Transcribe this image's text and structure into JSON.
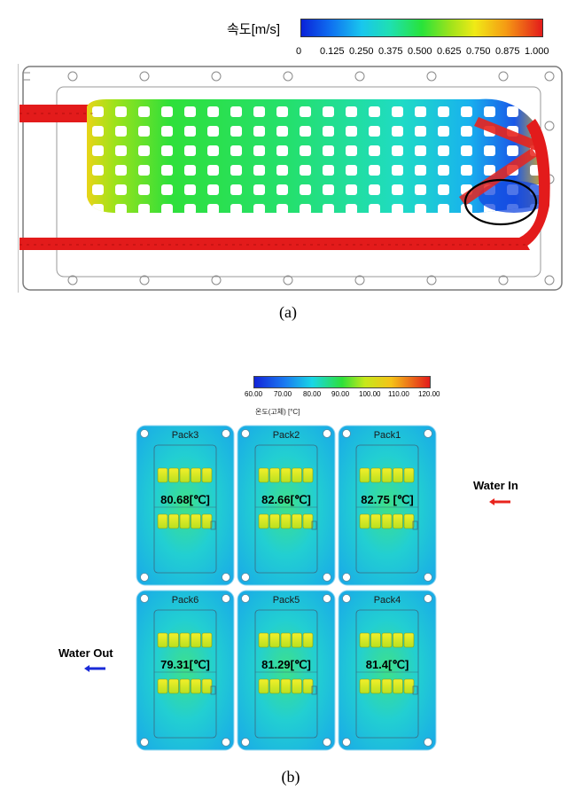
{
  "figure_a": {
    "colorbar": {
      "label": "속도[m/s]",
      "ticks": [
        "0",
        "0.125",
        "0.250",
        "0.375",
        "0.500",
        "0.625",
        "0.750",
        "0.875",
        "1.000"
      ]
    },
    "caption": "(a)"
  },
  "figure_b": {
    "colorbar": {
      "ticks": [
        "60.00",
        "70.00",
        "80.00",
        "90.00",
        "100.00",
        "110.00",
        "120.00"
      ],
      "label": "온도(고체) [°C]"
    },
    "packs": [
      {
        "name": "Pack3",
        "temp": "80.68[℃]"
      },
      {
        "name": "Pack2",
        "temp": "82.66[℃]"
      },
      {
        "name": "Pack1",
        "temp": "82.75 [℃]"
      },
      {
        "name": "Pack6",
        "temp": "79.31[℃]"
      },
      {
        "name": "Pack5",
        "temp": "81.29[℃]"
      },
      {
        "name": "Pack4",
        "temp": "81.4[℃]"
      }
    ],
    "water_in": "Water In",
    "water_out": "Water Out",
    "caption": "(b)"
  },
  "colors": {
    "hot_flow": "#e31b1b",
    "cold_fluid": "#19b7e6",
    "cell_yellow": "#f3ef2a",
    "arrow_blue": "#1a2bd8",
    "arrow_red": "#e8241d"
  }
}
